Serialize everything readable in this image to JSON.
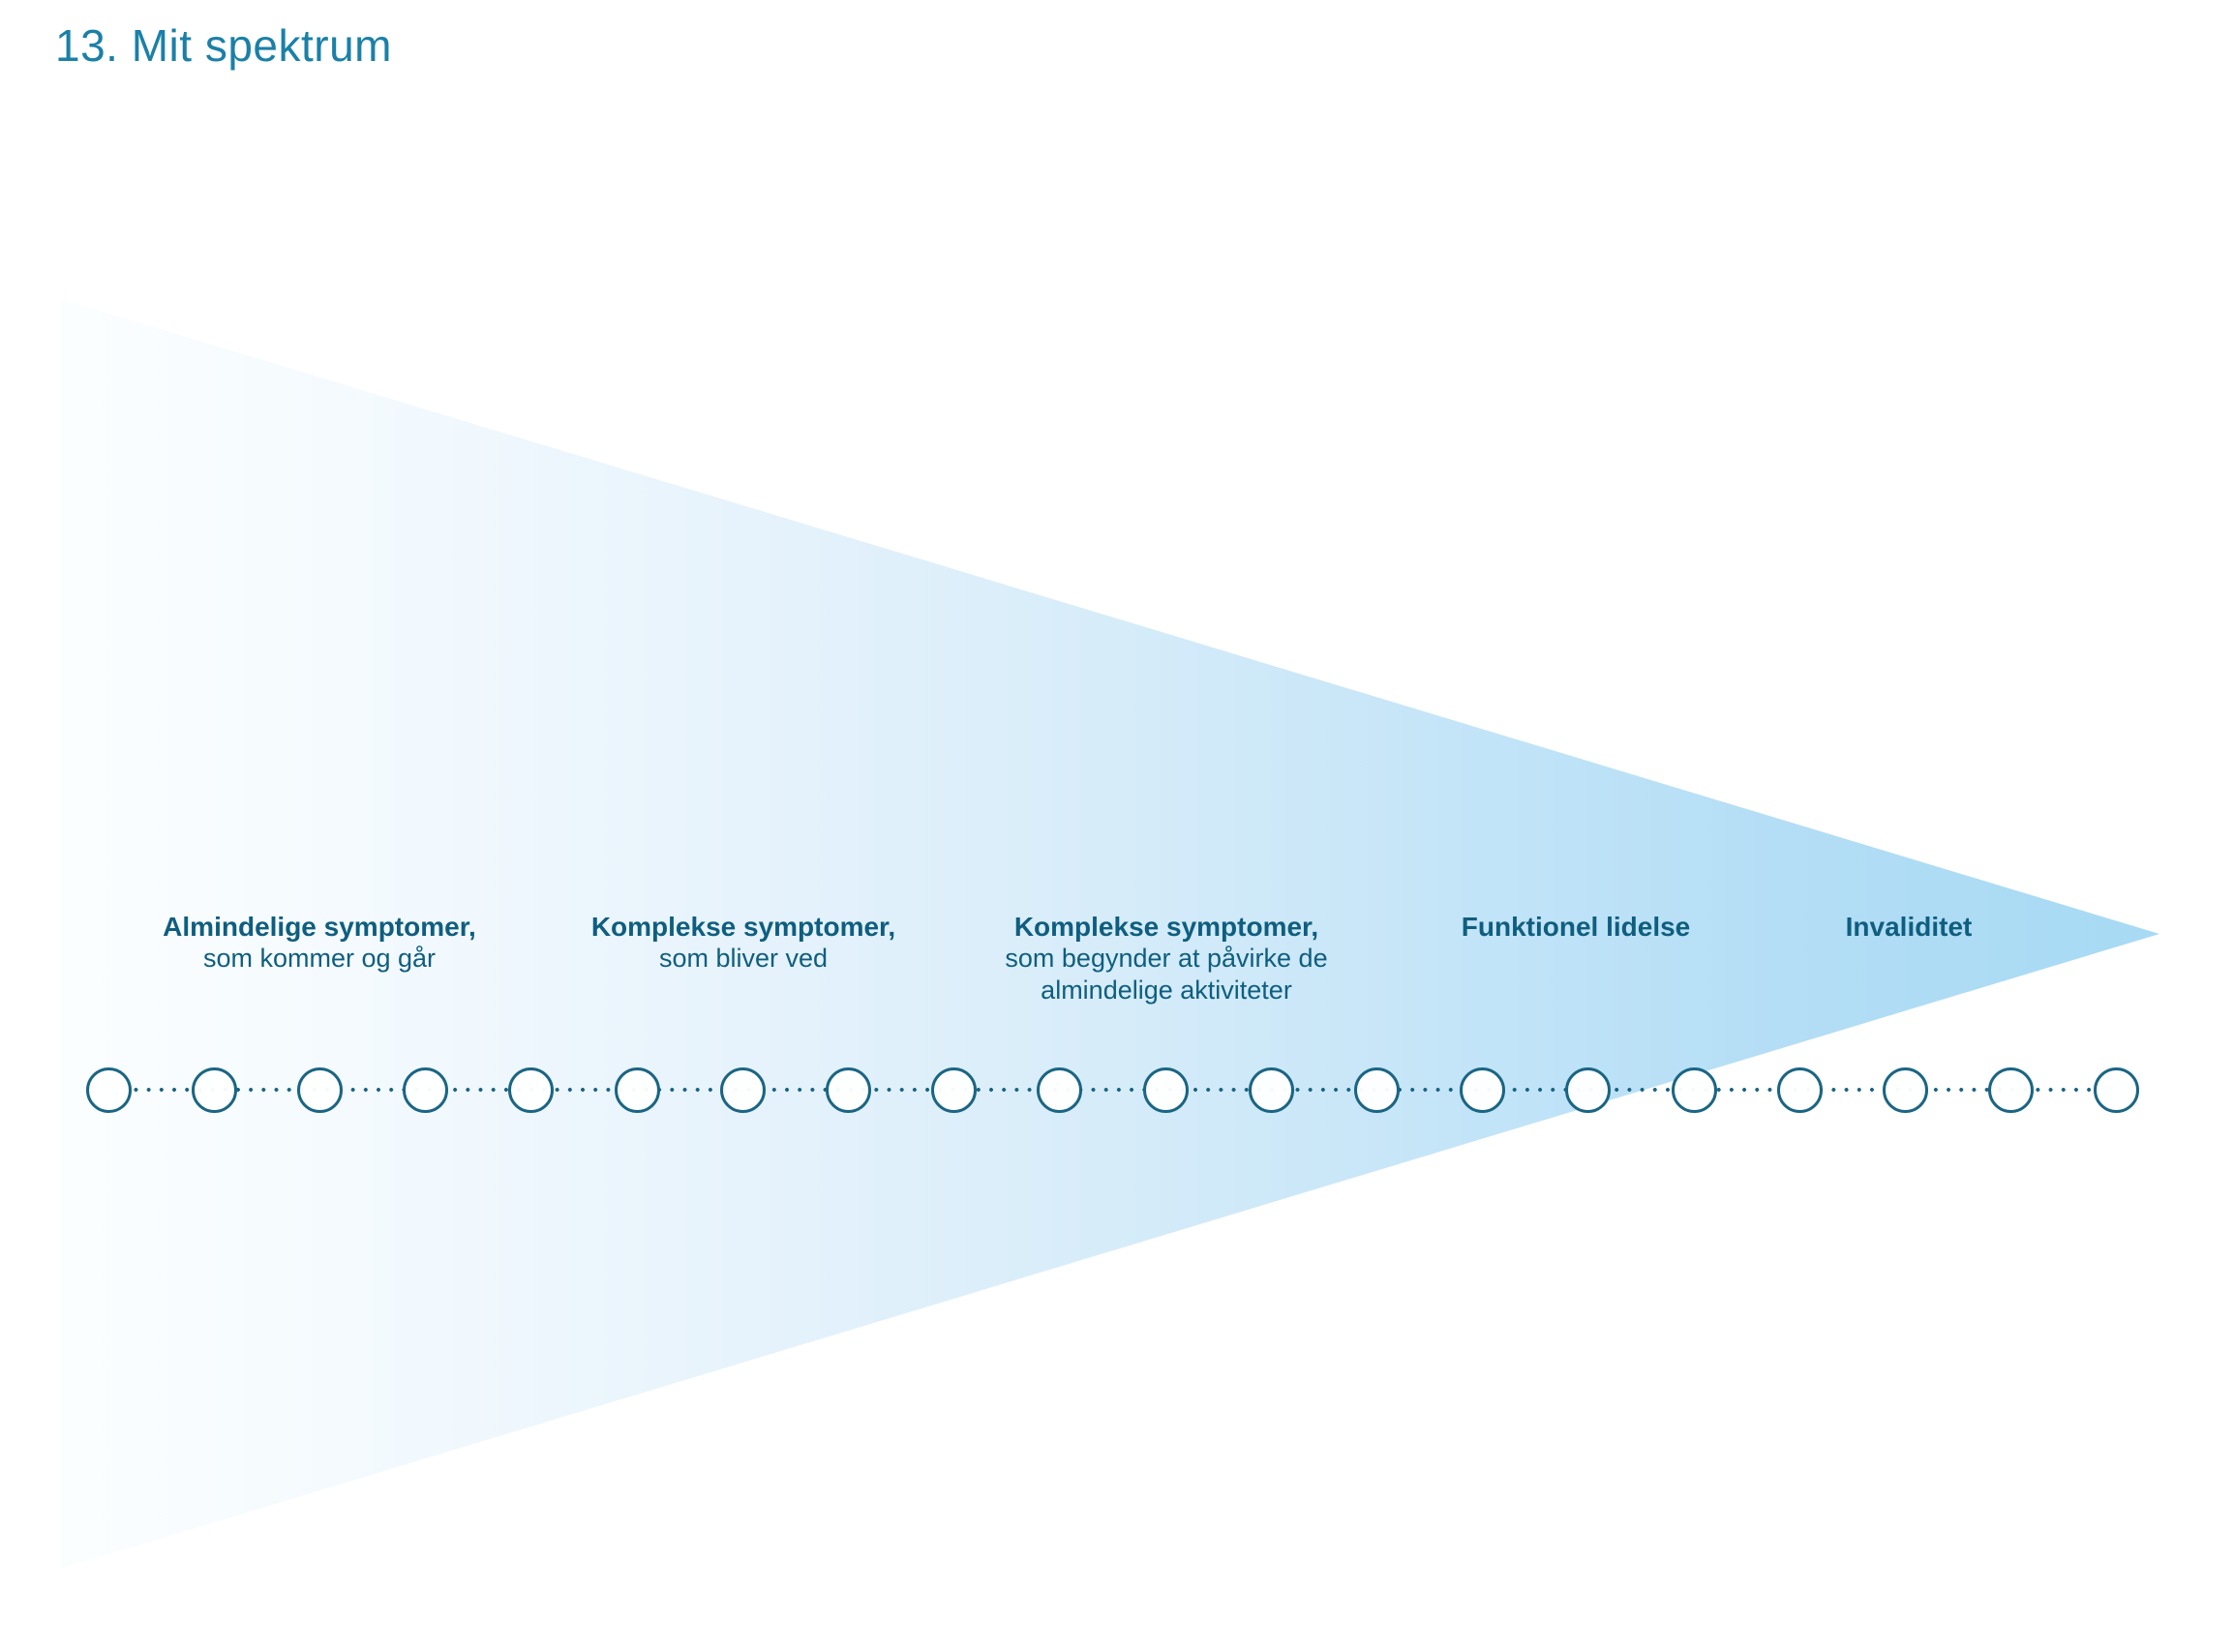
{
  "title": "13. Mit spektrum",
  "funnel": {
    "stages": [
      {
        "title": "Almindelige symptomer,",
        "subtitle_lines": [
          "som kommer og går"
        ]
      },
      {
        "title": "Komplekse symptomer,",
        "subtitle_lines": [
          "som bliver ved"
        ]
      },
      {
        "title": "Komplekse symptomer,",
        "subtitle_lines": [
          "som begynder at påvirke de",
          "almindelige aktiviteter"
        ]
      },
      {
        "title": "Funktionel lidelse",
        "subtitle_lines": []
      },
      {
        "title": "Invaliditet",
        "subtitle_lines": []
      }
    ]
  },
  "scale": {
    "point_count": 20
  },
  "colors": {
    "title_text": "#1b80a7",
    "label_text": "#0f5e7f",
    "point_stroke": "#1a6583",
    "funnel_gradient_start": "#fbfeff",
    "funnel_gradient_end": "#a7daf4"
  }
}
